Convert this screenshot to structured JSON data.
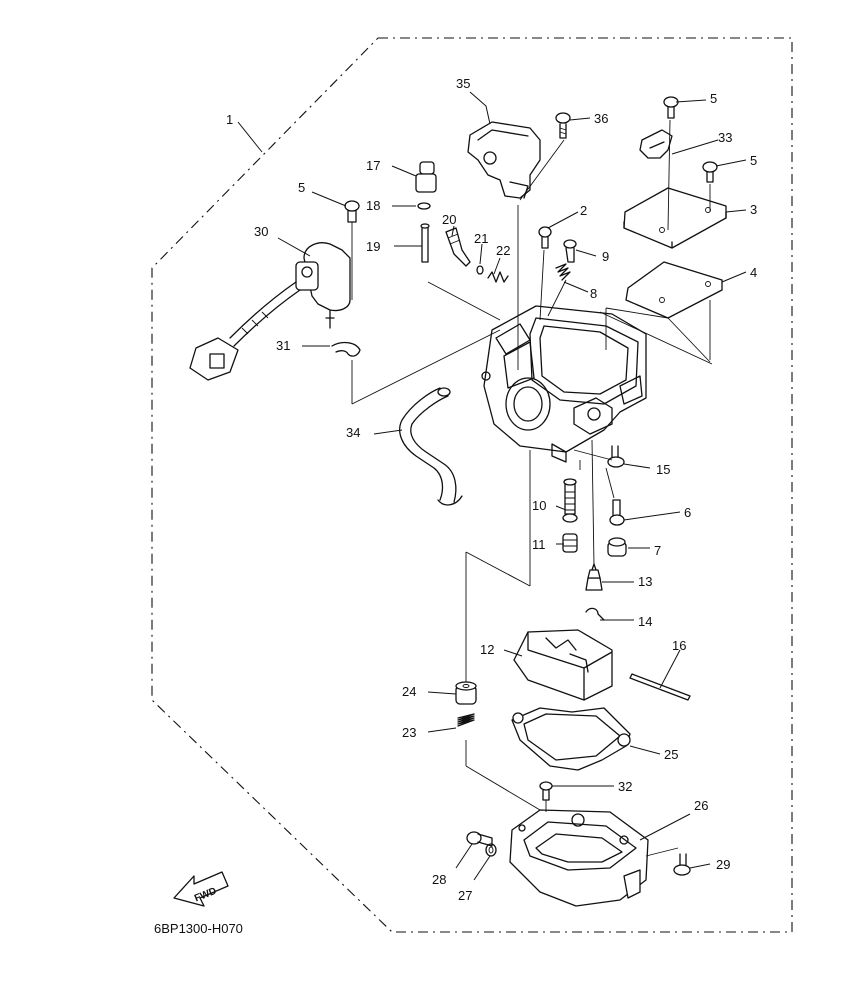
{
  "diagram_code": "6BP1300-H070",
  "fwd_label": "FWD",
  "callouts": {
    "c1": "1",
    "c2": "2",
    "c3": "3",
    "c4": "4",
    "c5a": "5",
    "c5b": "5",
    "c5c": "5",
    "c6": "6",
    "c7": "7",
    "c8": "8",
    "c9": "9",
    "c10": "10",
    "c11": "11",
    "c12": "12",
    "c13": "13",
    "c14": "14",
    "c15": "15",
    "c16": "16",
    "c17": "17",
    "c18": "18",
    "c19": "19",
    "c20": "20",
    "c21": "21",
    "c22": "22",
    "c23": "23",
    "c24": "24",
    "c25": "25",
    "c26": "26",
    "c27": "27",
    "c28": "28",
    "c29": "29",
    "c30": "30",
    "c31": "31",
    "c32": "32",
    "c33": "33",
    "c34": "34",
    "c35": "35",
    "c36": "36"
  }
}
